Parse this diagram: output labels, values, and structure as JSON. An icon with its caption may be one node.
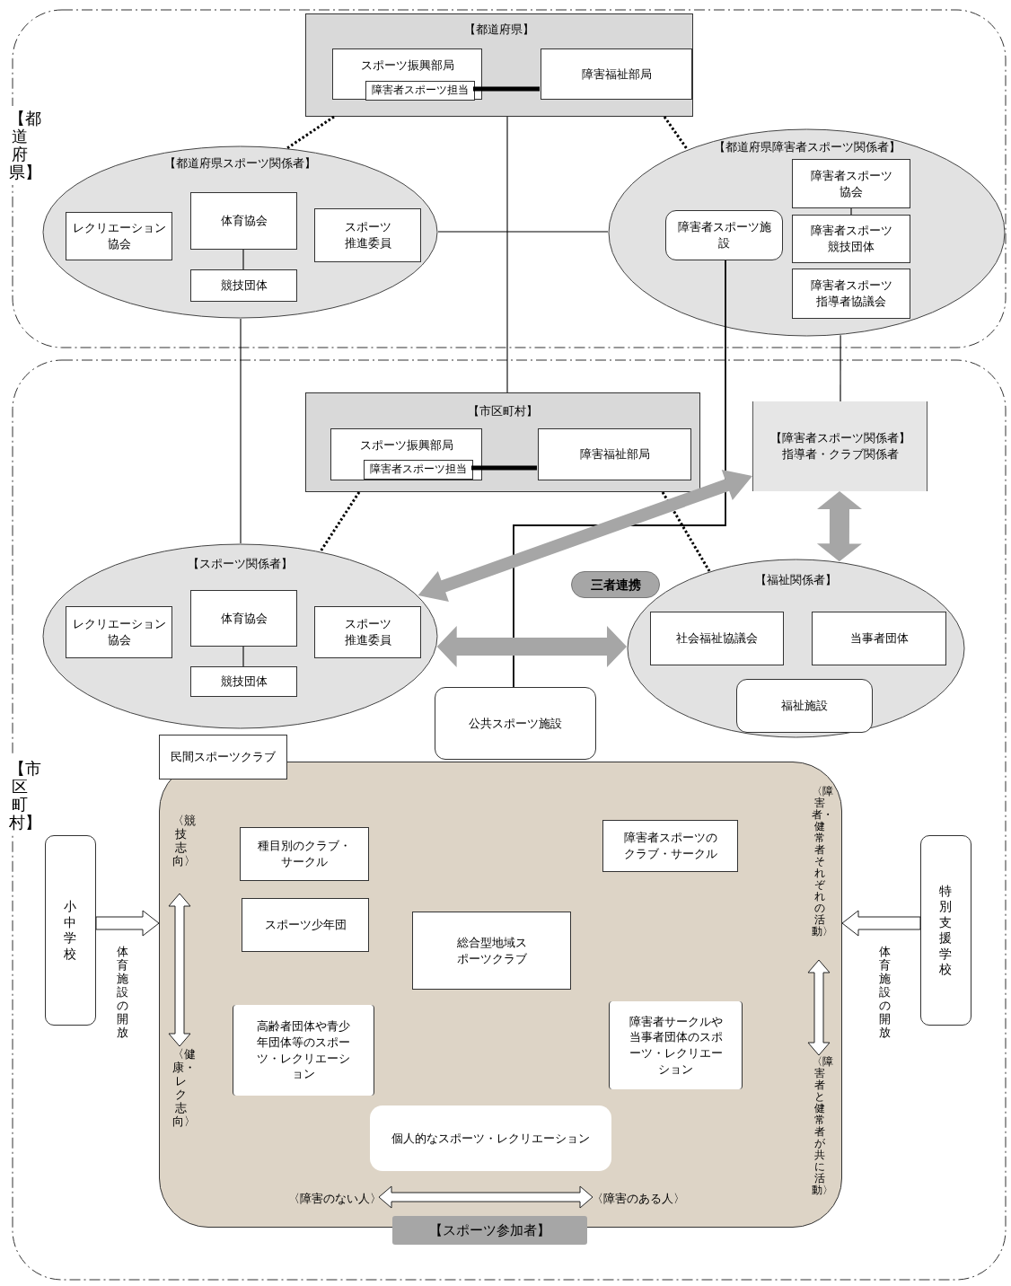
{
  "diagram": {
    "nodes": [
      {
        "text": [
          "【都道府県】"
        ]
      },
      {
        "text": [
          "【都道府県】"
        ],
        "in": 0
      },
      {
        "text": [
          "スポーツ振興部局"
        ],
        "in": 1
      },
      {
        "text": [
          "障害者スポーツ担当"
        ],
        "in": 2
      },
      {
        "text": [
          "障害福祉部局"
        ],
        "in": 1
      },
      {
        "text": [
          "【都道府県スポーツ関係者】"
        ],
        "in": 0
      },
      {
        "text": [
          "レクリエーション協会"
        ],
        "in": 5
      },
      {
        "text": [
          "体育協会"
        ],
        "in": 5
      },
      {
        "text": [
          "スポーツ推進委員"
        ],
        "in": 5
      },
      {
        "text": [
          "競技団体"
        ],
        "in": 5
      },
      {
        "text": [
          "【都道府県障害者スポーツ関係者】"
        ],
        "in": 0
      },
      {
        "text": [
          "障害者スポーツ施設"
        ],
        "in": 10
      },
      {
        "text": [
          "障害者スポーツ協会"
        ],
        "in": 10
      },
      {
        "text": [
          "障害者スポーツ競技団体"
        ],
        "in": 10
      },
      {
        "text": [
          "障害者スポーツ指導者協議会"
        ],
        "in": 10
      },
      {
        "text": [
          "【市区町村】"
        ]
      },
      {
        "text": [
          "【市区町村】"
        ],
        "in": 15
      },
      {
        "text": [
          "スポーツ振興部局"
        ],
        "in": 16
      },
      {
        "text": [
          "障害者スポーツ担当"
        ],
        "in": 17
      },
      {
        "text": [
          "障害福祉部局"
        ],
        "in": 16
      },
      {
        "text": [
          "【障害者スポーツ関係者】",
          "指導者・クラブ関係者"
        ],
        "in": 15
      },
      {
        "text": [
          "【スポーツ関係者】"
        ],
        "in": 15
      },
      {
        "text": [
          "レクリエーション協会"
        ],
        "in": 21
      },
      {
        "text": [
          "体育協会"
        ],
        "in": 21
      },
      {
        "text": [
          "スポーツ推進委員"
        ],
        "in": 21
      },
      {
        "text": [
          "競技団体"
        ],
        "in": 21
      },
      {
        "text": [
          "【福祉関係者】"
        ],
        "in": 15
      },
      {
        "text": [
          "社会福祉協議会"
        ],
        "in": 26
      },
      {
        "text": [
          "当事者団体"
        ],
        "in": 26
      },
      {
        "text": [
          "福祉施設"
        ],
        "in": 26
      },
      {
        "text": [
          "三者連携"
        ],
        "in": 15
      },
      {
        "text": [
          "公共スポーツ施設"
        ],
        "in": 15
      },
      {
        "text": [
          "民間スポーツクラブ"
        ],
        "in": 15
      },
      {
        "text": [],
        "shape": "box",
        "in": 15
      },
      {
        "text": [
          "【スポーツ参加者】"
        ],
        "in": 15
      },
      {
        "text": [
          "種目別のクラブ・サークル"
        ],
        "in": 33
      },
      {
        "text": [
          "スポーツ少年団"
        ],
        "in": 33
      },
      {
        "text": [
          "総合型地域スポーツクラブ"
        ],
        "in": 33
      },
      {
        "text": [
          "高齢者団体や青少年団体等のスポーツ・レクリエーション"
        ],
        "in": 33
      },
      {
        "text": [
          "障害者スポーツのクラブ・サークル"
        ],
        "in": 33
      },
      {
        "text": [
          "障害者サークルや当事者団体のスポーツ・レクリエーション"
        ],
        "in": 33
      },
      {
        "text": [
          "個人的なスポーツ・レクリエーション"
        ],
        "in": 33
      },
      {
        "text": [
          "〈競技志向〉"
        ],
        "in": 33
      },
      {
        "text": [
          "〈健康・レク志向〉"
        ],
        "in": 33
      },
      {
        "text": [
          "〈障害者・健常者それぞれの活動〉"
        ],
        "in": 33
      },
      {
        "text": [
          "〈障害者と健常者が共に活動〉"
        ],
        "in": 33
      },
      {
        "text": [
          "〈障害のない人〉"
        ],
        "in": 33
      },
      {
        "text": [
          "〈障害のある人〉"
        ],
        "in": 33
      },
      {
        "text": [
          "小中学校"
        ],
        "in": 15
      },
      {
        "text": [
          "特別支援学校"
        ],
        "in": 15
      }
    ],
    "edges": [
      {
        "from": 3,
        "to": 4,
        "arrow": "none",
        "style": "thick"
      },
      {
        "from": 1,
        "to": 5,
        "arrow": "none",
        "style": "dashed"
      },
      {
        "from": 1,
        "to": 10,
        "arrow": "none",
        "style": "dashed"
      },
      {
        "from": 5,
        "to": 10,
        "arrow": "none"
      },
      {
        "from": 7,
        "to": 9,
        "arrow": "none"
      },
      {
        "from": 12,
        "to": 13,
        "arrow": "none"
      },
      {
        "from": 1,
        "to": 16,
        "arrow": "none"
      },
      {
        "from": 5,
        "to": 21,
        "arrow": "none"
      },
      {
        "from": 11,
        "to": 31,
        "arrow": "none"
      },
      {
        "from": 10,
        "to": 20,
        "arrow": "none"
      },
      {
        "from": 18,
        "to": 19,
        "arrow": "none",
        "style": "thick"
      },
      {
        "from": 16,
        "to": 21,
        "arrow": "none",
        "style": "dashed"
      },
      {
        "from": 16,
        "to": 26,
        "arrow": "none",
        "style": "dashed"
      },
      {
        "from": 20,
        "to": 21,
        "arrow": "both",
        "color": "#a6a6a6"
      },
      {
        "from": 21,
        "to": 26,
        "arrow": "both",
        "color": "#a6a6a6"
      },
      {
        "from": 20,
        "to": 26,
        "arrow": "both",
        "color": "#a6a6a6"
      },
      {
        "from": 23,
        "to": 25,
        "arrow": "none"
      },
      {
        "from": 48,
        "to": 33,
        "arrow": "to",
        "label": "体育施設の開放"
      },
      {
        "from": 49,
        "to": 33,
        "arrow": "to",
        "label": "体育施設の開放"
      },
      {
        "from": 42,
        "to": 43,
        "arrow": "both"
      },
      {
        "from": 44,
        "to": 45,
        "arrow": "both"
      },
      {
        "from": 46,
        "to": 47,
        "arrow": "both"
      }
    ]
  }
}
